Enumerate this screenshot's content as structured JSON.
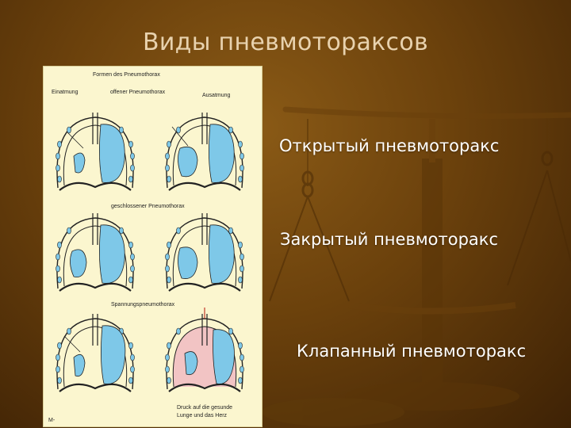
{
  "slide": {
    "title": "Виды пневмотораксов"
  },
  "labels": {
    "open": "Открытый пневмоторакс",
    "closed": "Закрытый пневмоторакс",
    "valve": "Клапанный пневмоторакс"
  },
  "figure": {
    "header": "Formen des Pneumothorax",
    "inspiration": "Einatmung",
    "open": "offener Pneumothorax",
    "expiration": "Ausatmung",
    "closed": "geschlossener Pneumothorax",
    "tension": "Spannungspneumothorax",
    "pressure_line1": "Druck auf die gesunde",
    "pressure_line2": "Lunge und das Herz",
    "corner_mark": "M-"
  },
  "colors": {
    "lung": "#7ec8e8",
    "tension_fill": "#f2c4c4",
    "background_brown": "#6b410c"
  },
  "icons": [
    "scales-watermark"
  ]
}
